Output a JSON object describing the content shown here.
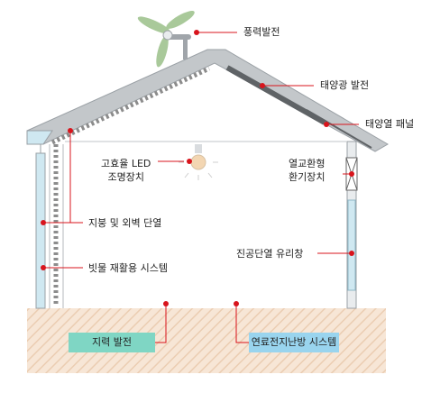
{
  "labels": {
    "wind": "풍력발전",
    "solar_pv": "태양광 발전",
    "solar_thermal": "태양열 패널",
    "led": "고효율 LED\n조명장치",
    "heat_exchange": "열교환형\n환기장치",
    "insulation": "지붕 및 외벽 단열",
    "rainwater": "빗물 재활용 시스템",
    "window": "진공단열 유리창",
    "geothermal": "지력 발전",
    "fuel_cell": "연료전지난방 시스템"
  },
  "colors": {
    "dot": "#d8141c",
    "ground": "#f7e6d6",
    "ground_hatch": "#eccfb5",
    "badge_teal": "#7fd6c4",
    "badge_blue": "#99d4ee",
    "roof": "#b9bec2",
    "wall_glass": "#cfe8f1",
    "turbine_blade": "#a9c99a"
  }
}
